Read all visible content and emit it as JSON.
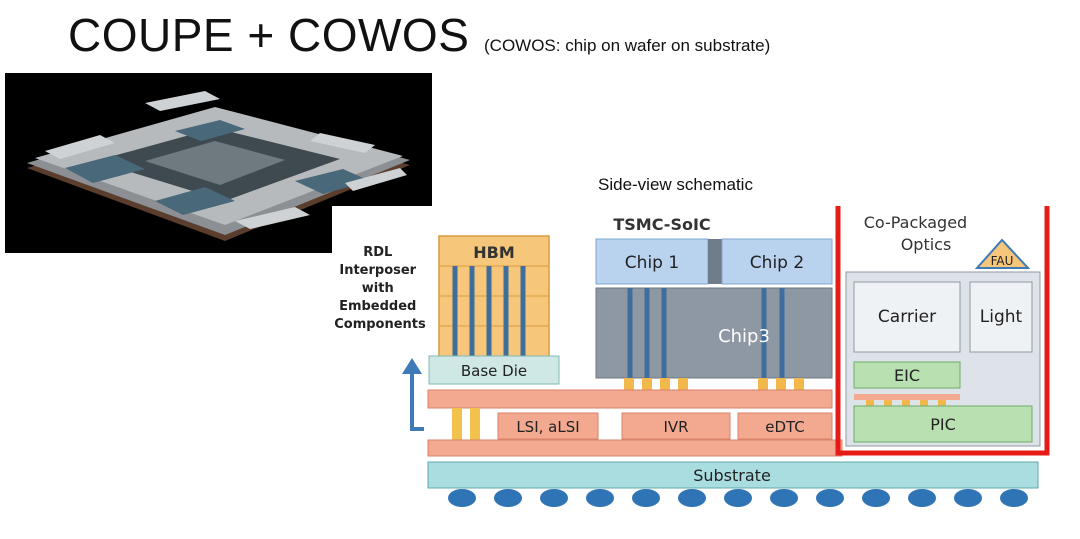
{
  "slide": {
    "title": "COUPE + COWOS",
    "subtitle": "(COWOS: chip on wafer on substrate)",
    "caption": "Side-view schematic"
  },
  "schematic": {
    "rdl_label": [
      "RDL",
      "Interposer",
      "with",
      "Embedded",
      "Components"
    ],
    "hbm": "HBM",
    "base_die": "Base Die",
    "soic_title": "TSMC-SoIC",
    "chip1": "Chip 1",
    "chip2": "Chip 2",
    "chip3": "Chip3",
    "lsi": "LSI, aLSI",
    "ivr": "IVR",
    "edtc": "eDTC",
    "substrate": "Substrate",
    "cpo_title": [
      "Co-Packaged",
      "Optics"
    ],
    "fau": "FAU",
    "carrier": "Carrier",
    "light": "Light",
    "eic": "EIC",
    "pic": "PIC"
  },
  "colors": {
    "hbm_fill": "#f6c77a",
    "chip_blue": "#b9d3ef",
    "chip3_gray": "#8e98a4",
    "interposer": "#f3a98f",
    "substrate": "#a9dde0",
    "balls": "#2f74b5",
    "highlight": "#e41b17",
    "cpo_green": "#b9e0b0"
  }
}
